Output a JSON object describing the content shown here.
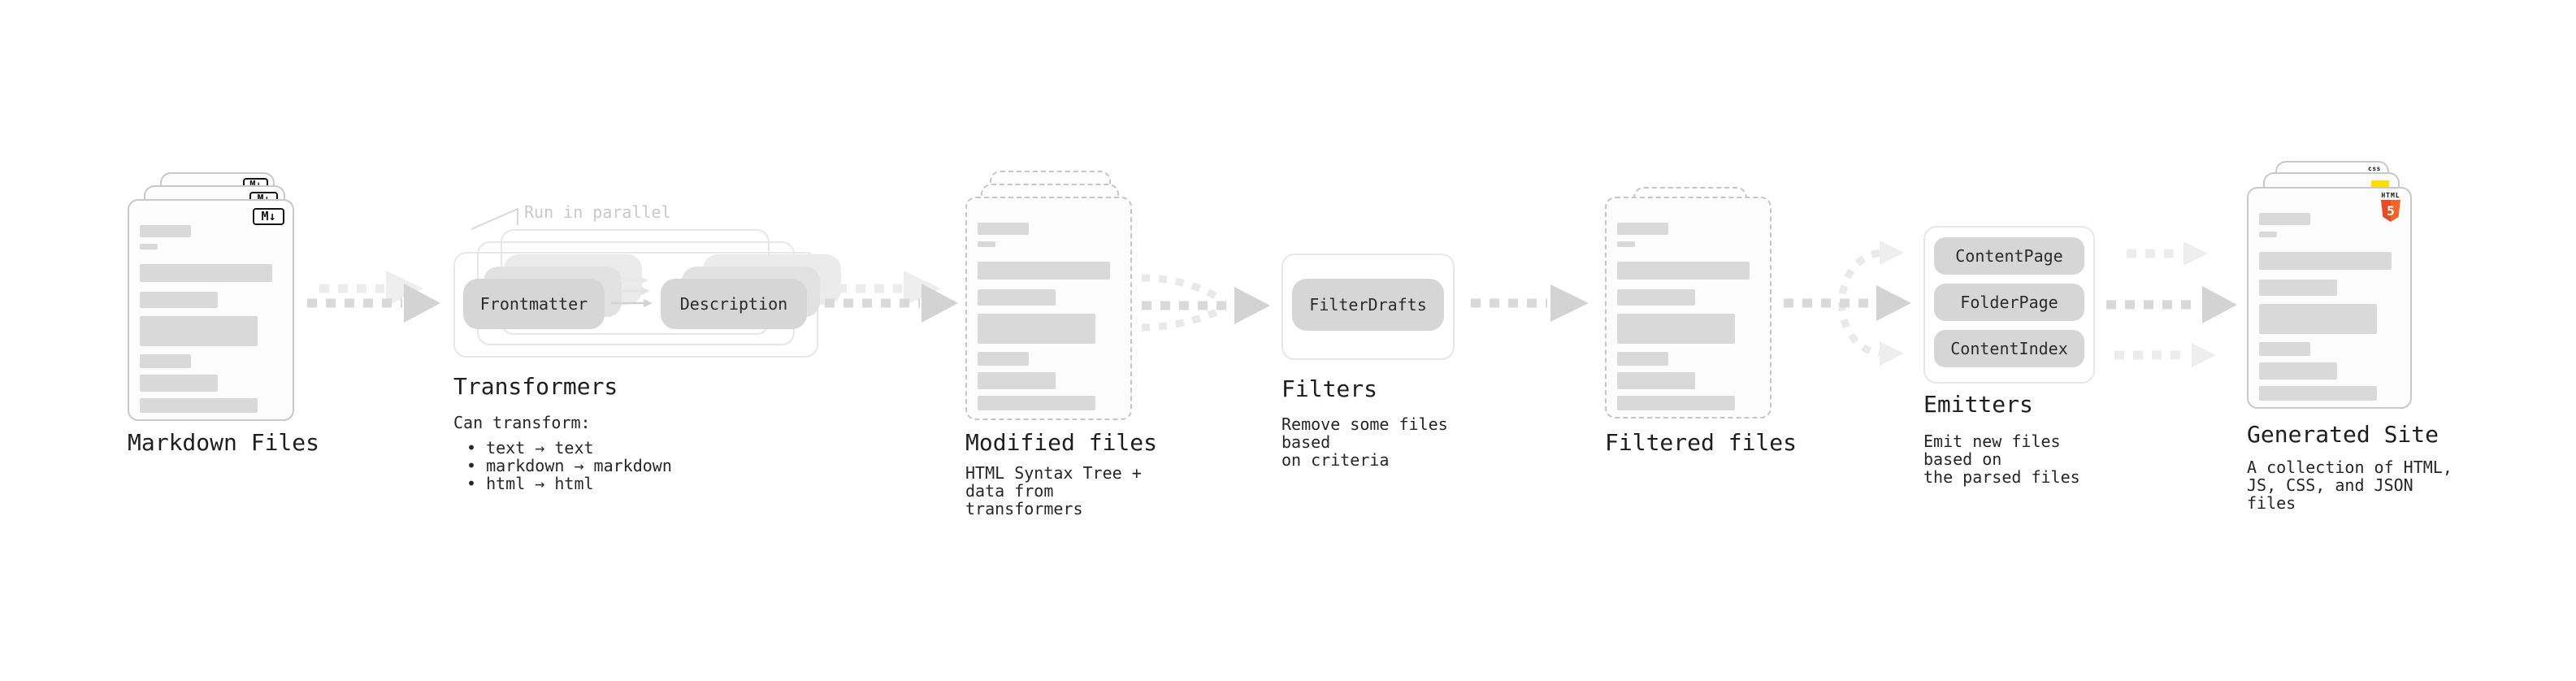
{
  "stages": {
    "markdown_files": {
      "label": "Markdown Files",
      "file_icon": "M↓"
    },
    "transformers": {
      "label": "Transformers",
      "parallel_note": "Run in parallel",
      "boxes": [
        "Frontmatter",
        "Description"
      ],
      "description_intro": "Can transform:",
      "bullets": [
        "• text → text",
        "• markdown → markdown",
        "• html → html"
      ]
    },
    "modified_files": {
      "label": "Modified files",
      "description": "HTML Syntax Tree +\ndata from transformers"
    },
    "filters": {
      "label": "Filters",
      "boxes": [
        "FilterDrafts"
      ],
      "description": "Remove some files based\non criteria"
    },
    "filtered_files": {
      "label": "Filtered files"
    },
    "emitters": {
      "label": "Emitters",
      "boxes": [
        "ContentPage",
        "FolderPage",
        "ContentIndex"
      ],
      "description": "Emit new files based on\nthe parsed files"
    },
    "generated_site": {
      "label": "Generated Site",
      "description": "A collection of HTML,\nJS, CSS, and JSON files",
      "css_badge": "css",
      "html_badge_label": "HTML",
      "html_badge_number": "5"
    }
  },
  "colors": {
    "html5_shield_left": "#e44d26",
    "html5_shield_right": "#f16529",
    "js_badge_yellow": "#ffde00",
    "css_badge_blue": "#2962ff",
    "box_fill": "#d6d6d6",
    "skeleton_bar": "#d9d9d9",
    "arrow_dark": "#d9d9d9",
    "arrow_light": "#ececec"
  }
}
